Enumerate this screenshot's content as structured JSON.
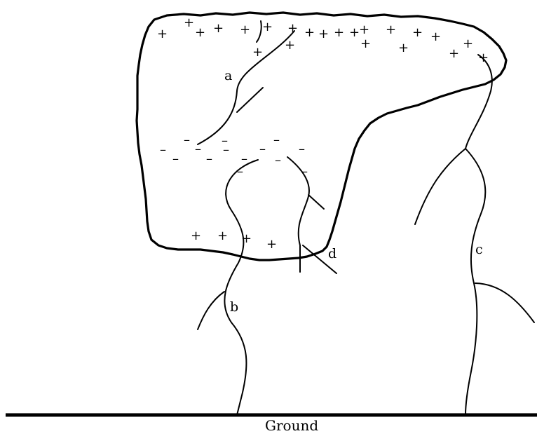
{
  "labels": {
    "a": "a",
    "b": "b",
    "c": "c",
    "d": "d",
    "ground": "Ground"
  },
  "charges": {
    "positive_symbol": "+",
    "negative_symbol": "–"
  },
  "colors": {
    "ink": "#000000",
    "background": "#ffffff"
  }
}
